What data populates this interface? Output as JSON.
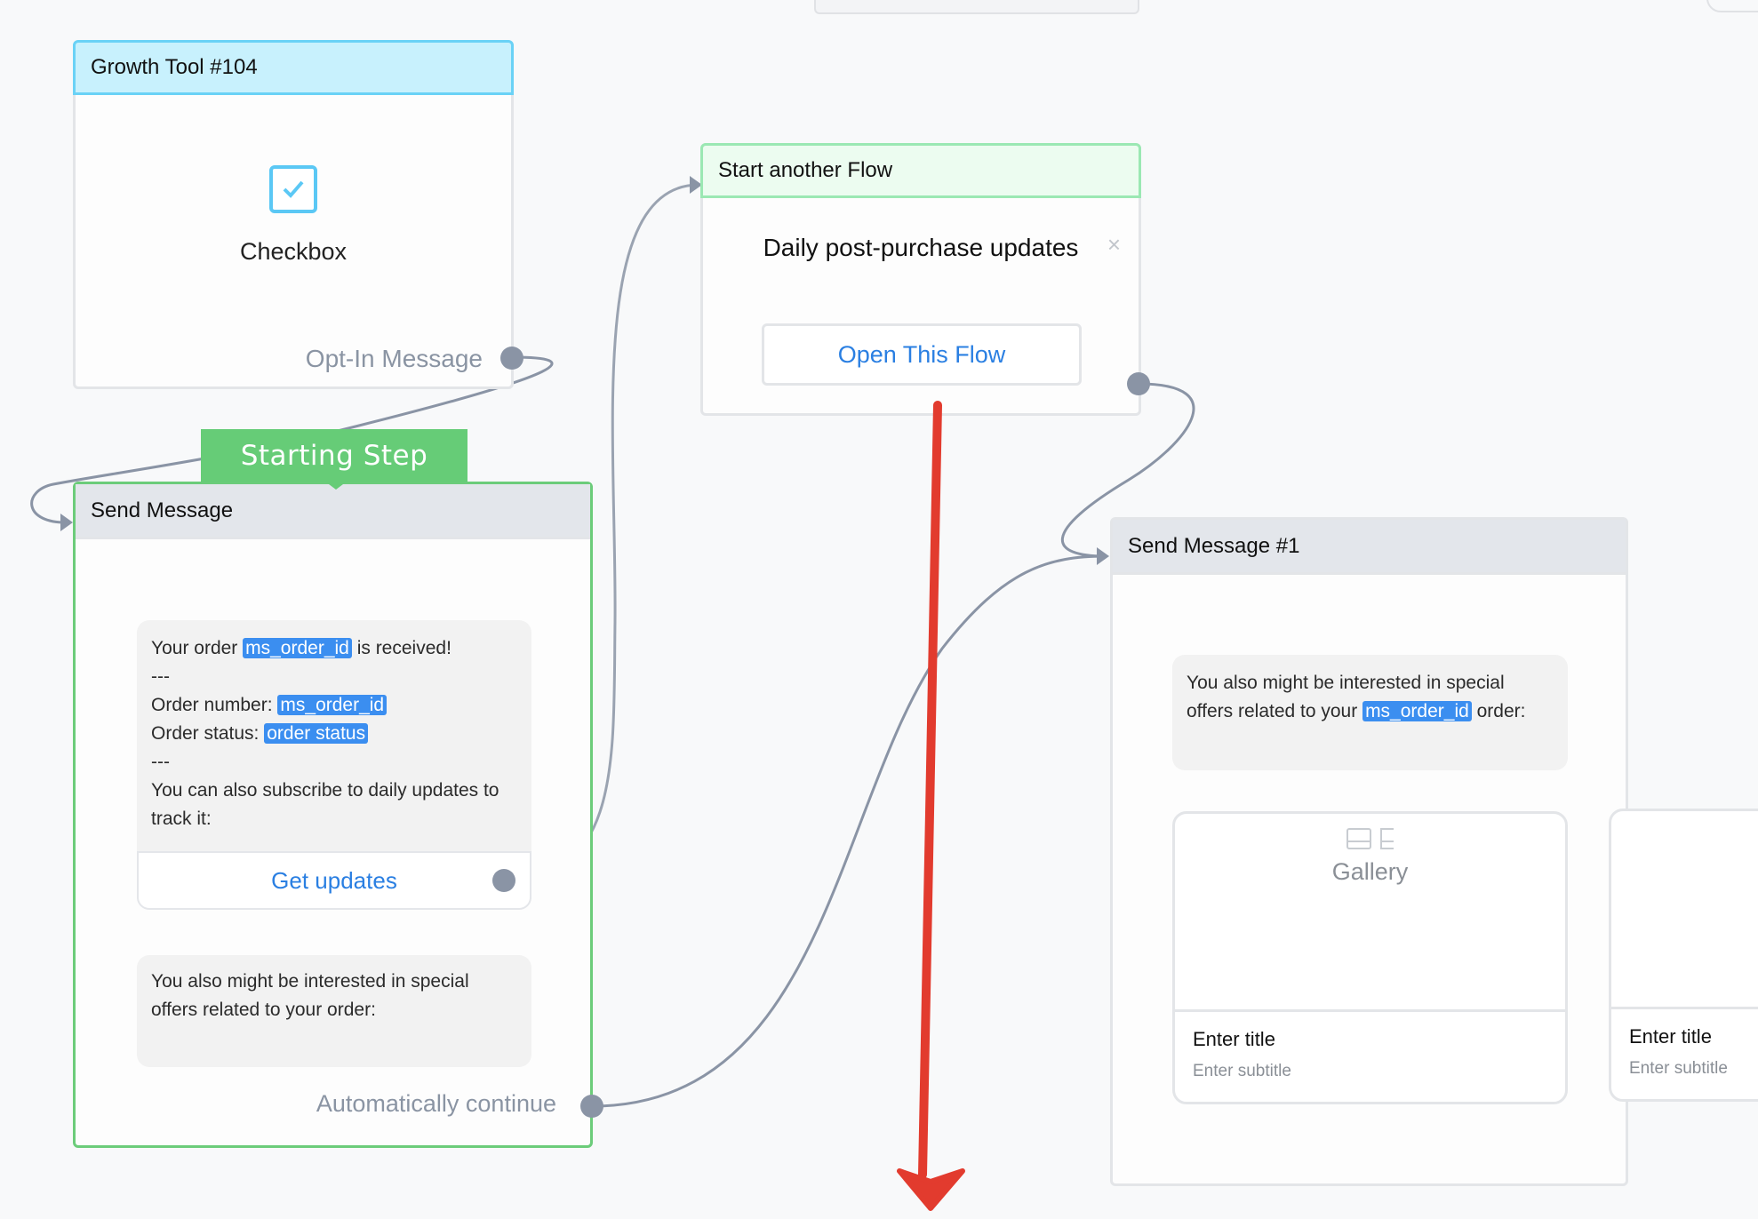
{
  "nodes": {
    "growth_tool": {
      "title": "Growth Tool #104",
      "widget_label": "Checkbox",
      "output_label": "Opt-In Message"
    },
    "starting_step": {
      "label": "Starting Step"
    },
    "send_message": {
      "title": "Send Message",
      "text_block_1": {
        "line1_pre": "Your order ",
        "line1_var": "ms_order_id",
        "line1_post": " is received!",
        "sep1": "---",
        "line2_pre": "Order number: ",
        "line2_var": "ms_order_id",
        "line3_pre": "Order status: ",
        "line3_var": "order status",
        "sep2": "---",
        "line4": "You can also subscribe to daily updates to track it:"
      },
      "button_label": "Get updates",
      "text_block_2": "You also might be interested in special offers related to your order:",
      "continue_label": "Automatically continue"
    },
    "start_flow": {
      "title": "Start another Flow",
      "flow_name": "Daily post-purchase updates",
      "close_symbol": "×",
      "open_button": "Open This Flow"
    },
    "send_message_1": {
      "title": "Send Message #1",
      "text_pre": "You also might be interested in special offers related to your ",
      "text_var": "ms_order_id",
      "text_post": " order:",
      "gallery_label": "Gallery",
      "cards": [
        {
          "title": "Enter title",
          "subtitle": "Enter subtitle"
        },
        {
          "title": "Enter title",
          "subtitle": "Enter subtitle"
        }
      ]
    }
  },
  "colors": {
    "connector": "#8a94a5",
    "start_green": "#66cc77",
    "variable_blue": "#3b8ef0",
    "link_blue": "#2a7fe2",
    "annotation_arrow": "#e23b2e"
  },
  "icons": [
    "checkbox-icon",
    "close-icon",
    "gallery-icon",
    "arrow-down-annotation"
  ]
}
